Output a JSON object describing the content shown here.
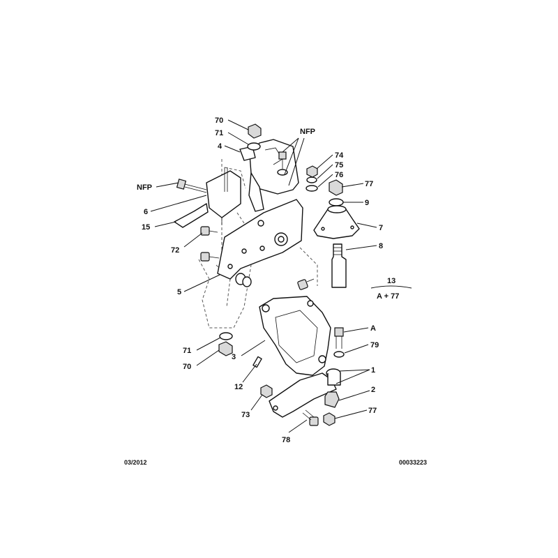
{
  "callouts": {
    "c70_top": "70",
    "c71_top": "71",
    "c4": "4",
    "nfp_top": "NFP",
    "nfp_left": "NFP",
    "c6": "6",
    "c15": "15",
    "c72": "72",
    "c5": "5",
    "c74": "74",
    "c75": "75",
    "c76": "76",
    "c77_top": "77",
    "c9": "9",
    "c7": "7",
    "c8": "8",
    "c13": "13",
    "c13_sub": "A + 77",
    "cA": "A",
    "c79": "79",
    "c71_bot": "71",
    "c70_bot": "70",
    "c3": "3",
    "c12": "12",
    "c1": "1",
    "c2": "2",
    "c73": "73",
    "c77_bot": "77",
    "c78": "78"
  },
  "footer": {
    "date": "03/2012",
    "ref": "00033223"
  }
}
